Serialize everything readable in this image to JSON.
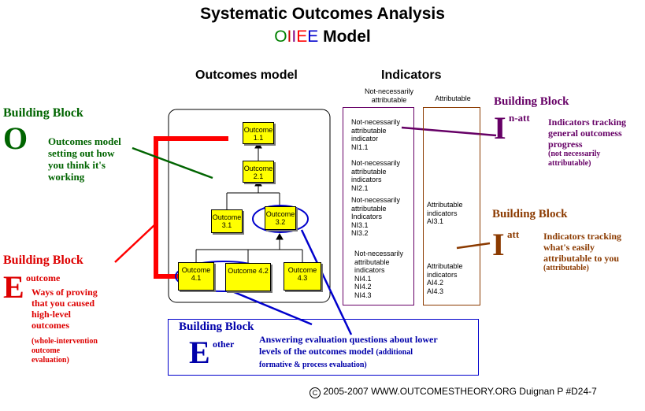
{
  "title": {
    "line1": "Systematic Outcomes Analysis",
    "model_letters": [
      {
        "char": "O",
        "color": "#008000"
      },
      {
        "char": "I",
        "color": "#cc0000"
      },
      {
        "char": "I",
        "color": "#800080"
      },
      {
        "char": "E",
        "color": "#ff0000"
      },
      {
        "char": "E",
        "color": "#0000cc"
      }
    ],
    "model_word": "Model"
  },
  "headers": {
    "outcomes_model": "Outcomes model",
    "indicators": "Indicators",
    "not_necessarily": "Not-necessarily attributable",
    "attributable": "Attributable"
  },
  "outcomes": {
    "o11": "Outcome 1.1",
    "o21": "Outcome 2.1",
    "o31": "Outcome 3.1",
    "o32": "Outcome 3.2",
    "o41": "Outcome 4.1",
    "o42": "Outcome 4.2",
    "o43": "Outcome 4.3"
  },
  "indicators": {
    "ni1": [
      "Not-necessarily",
      "attributable",
      "indicator",
      "NI1.1"
    ],
    "ni2": [
      "Not-necessarily",
      "attributable",
      "indicators",
      "NI2.1"
    ],
    "ni3": [
      "Not-necessarily",
      "attributable",
      "Indicators",
      "NI3.1",
      "NI3.2"
    ],
    "ni4": [
      "Not-necessarily",
      "attributable",
      "indicators",
      "NI4.1",
      "NI4.2",
      "NI4.3"
    ],
    "ai3": [
      "Attributable",
      "indicators",
      "AI3.1"
    ],
    "ai4": [
      "Attributable",
      "indicators",
      "AI4.2",
      "AI4.3"
    ]
  },
  "blocks": {
    "o": {
      "label": "Building Block",
      "letter": "O",
      "desc": [
        "Outcomes model",
        "setting out how",
        "you think it's",
        "working"
      ],
      "color": "#006400"
    },
    "i_natt": {
      "label": "Building Block",
      "letter": "I",
      "sup": "n-att",
      "desc": [
        "Indicators tracking",
        "general outcomess",
        "progress"
      ],
      "note": [
        "(not necessarily",
        "attributable)"
      ],
      "color": "#660066"
    },
    "i_att": {
      "label": "Building Block",
      "letter": "I",
      "sup": "att",
      "desc": [
        "Indicators tracking",
        "what's easily",
        "attributable to you"
      ],
      "note": [
        "(attributable)"
      ],
      "color": "#8b3a00"
    },
    "e_outcome": {
      "label": "Building Block",
      "letter": "E",
      "sup": "outcome",
      "desc": [
        "Ways of proving",
        "that you caused",
        "high-level",
        "outcomes"
      ],
      "note": [
        "(whole-intervention",
        "outcome",
        "evaluation)"
      ],
      "color": "#dd0000"
    },
    "e_other": {
      "label": "Building Block",
      "letter": "E",
      "sup": "other",
      "desc": [
        "Answering evaluation questions about lower",
        "levels of the outcomes model"
      ],
      "note": [
        "(additional",
        "formative & process evaluation)"
      ],
      "color": "#0000aa"
    }
  },
  "footer": {
    "symbol": "C",
    "text": "2005-2007 WWW.OUTCOMESTHEORY.ORG Duignan P #D24-7"
  }
}
